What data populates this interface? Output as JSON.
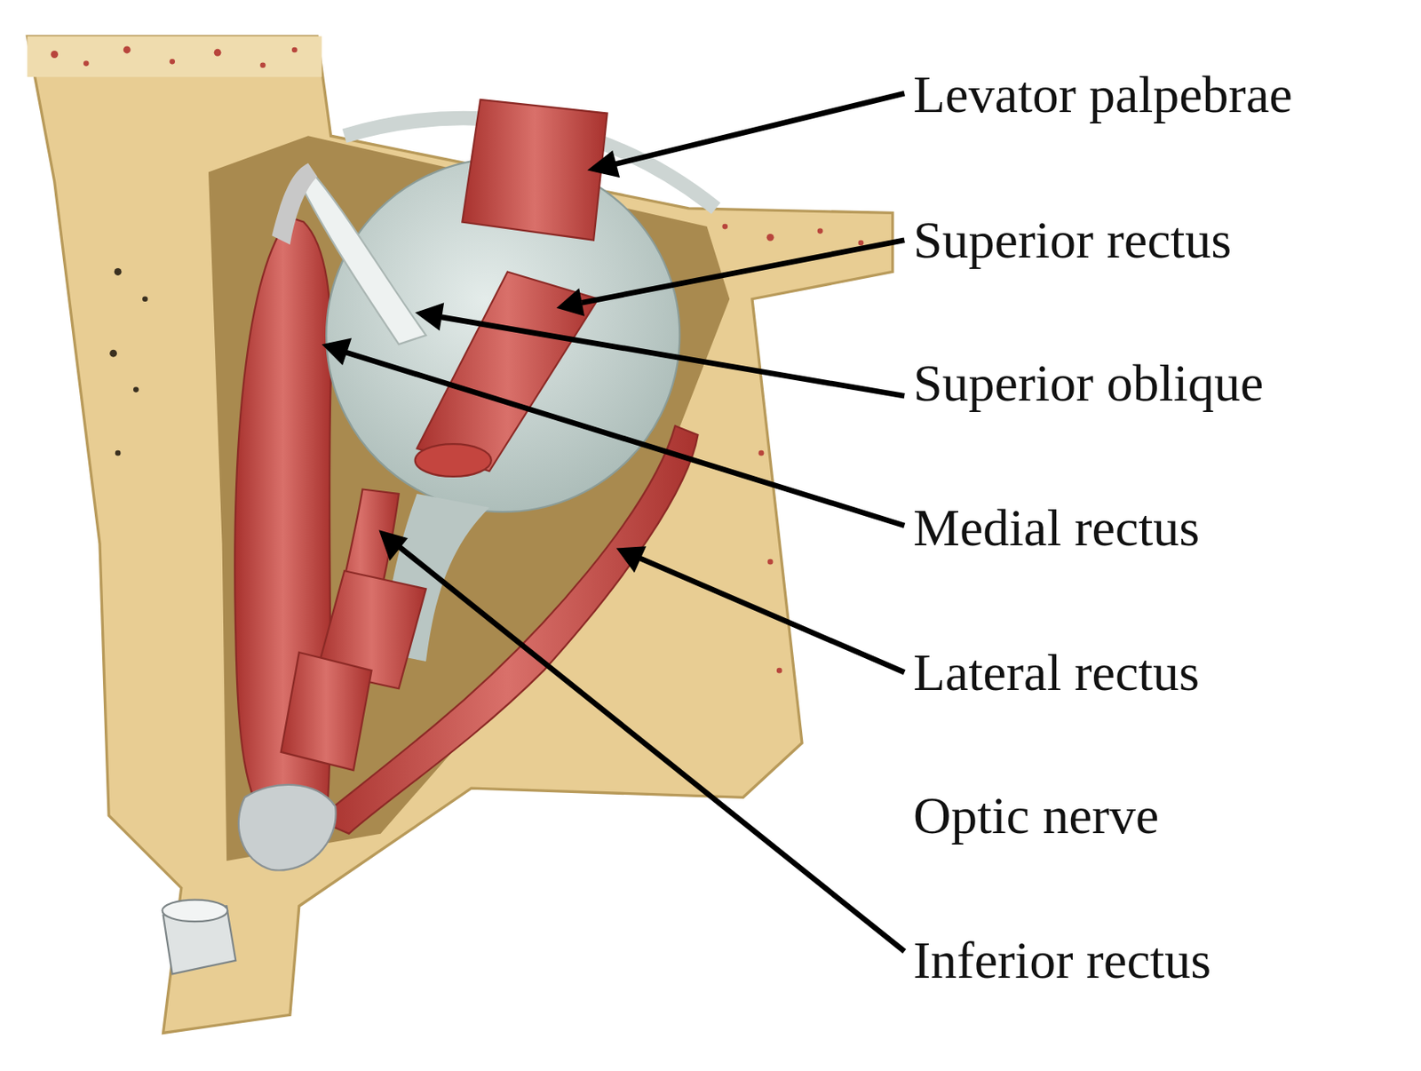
{
  "diagram": {
    "labels": [
      "Levator palpebrae",
      "Superior rectus",
      "Superior oblique",
      "Medial rectus",
      "Lateral rectus",
      "Optic nerve",
      "Inferior rectus"
    ]
  }
}
